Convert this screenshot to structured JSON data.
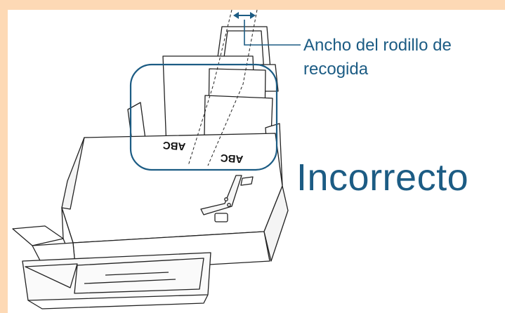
{
  "callout": {
    "line1": "Ancho del rodillo de",
    "line2": "recogida"
  },
  "status_label": "Incorrecto",
  "document_text": [
    "ABC",
    "ABC"
  ],
  "colors": {
    "border": "#fdd9b5",
    "label": "#1c5c84",
    "highlight": "#1c5c84",
    "line_art": "#222222"
  }
}
